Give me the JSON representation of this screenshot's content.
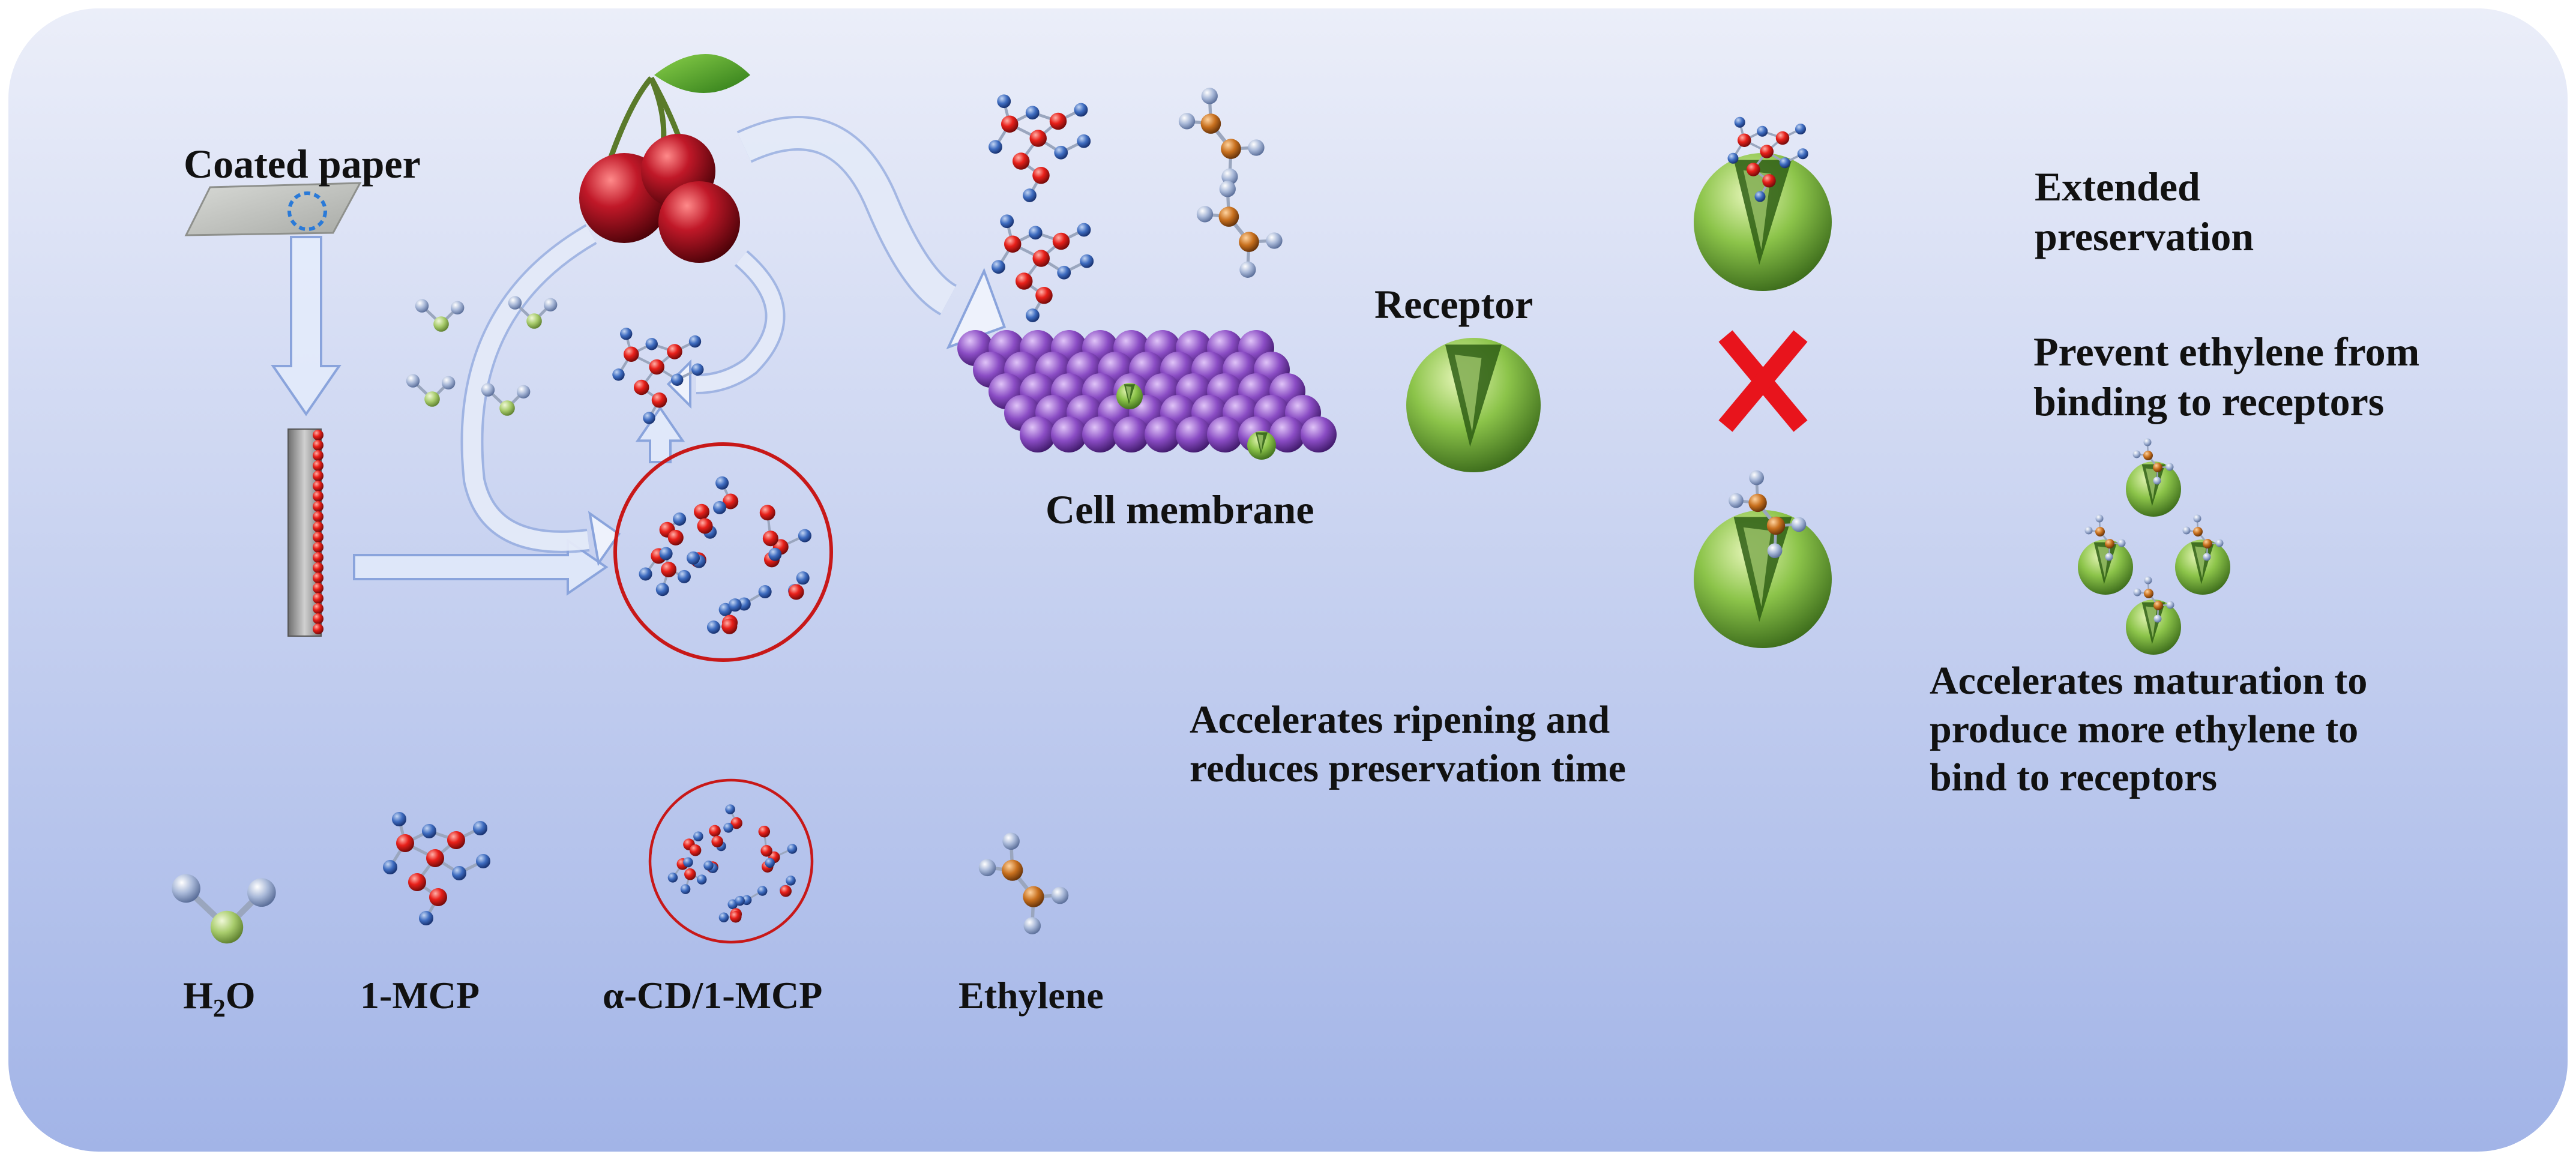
{
  "labels": {
    "coated_paper": "Coated paper",
    "receptor": "Receptor",
    "cell_membrane": "Cell membrane",
    "extended": "Extended\npreservation",
    "prevent": "Prevent ethylene from\nbinding to receptors",
    "maturation": "Accelerates maturation to\nproduce more ethylene to\nbind to receptors",
    "ripening": "Accelerates ripening and\nreduces preservation time"
  },
  "legend": {
    "h2o_main": "H",
    "h2o_sub": "2",
    "h2o_end": "O",
    "mcp": "1-MCP",
    "cd_mcp": "α-CD/1-MCP",
    "ethylene": "Ethylene"
  },
  "colors": {
    "bg_top": "#ebeef9",
    "bg_bottom": "#a2b4e7",
    "arrow_red": "#e8141c",
    "mcp_red": "#e01010",
    "mcp_blue": "#3b6cc0",
    "membrane": "#8a4cc4",
    "receptor_green": "#7cba3c",
    "ethylene_orange": "#c8701e",
    "h2o_green": "#a8cc6c",
    "grey_atom": "#8fa4c8",
    "cherry": "#b01020"
  }
}
